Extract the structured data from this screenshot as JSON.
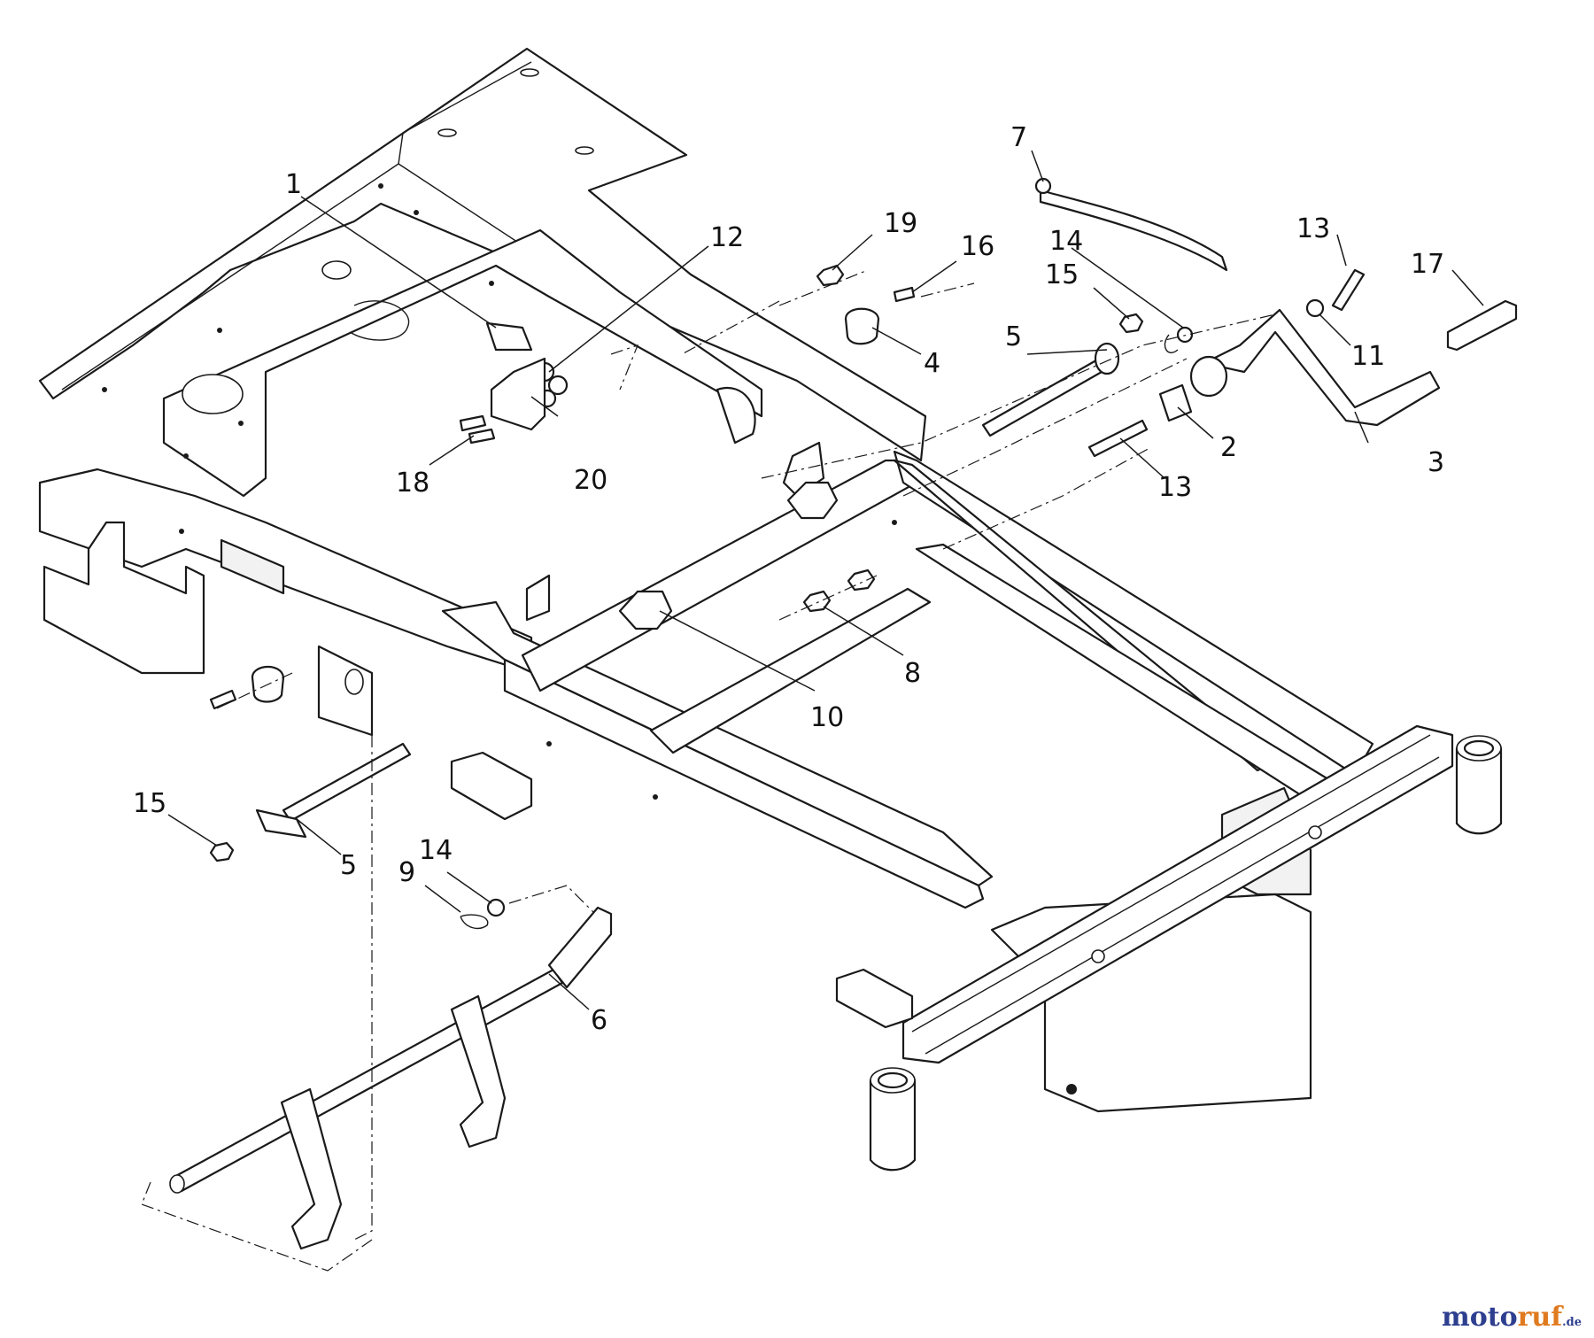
{
  "diagram": {
    "callouts": [
      {
        "id": "c1",
        "text": "1"
      },
      {
        "id": "c2",
        "text": "2"
      },
      {
        "id": "c3",
        "text": "3"
      },
      {
        "id": "c4",
        "text": "4"
      },
      {
        "id": "c5a",
        "text": "5"
      },
      {
        "id": "c5b",
        "text": "5"
      },
      {
        "id": "c6",
        "text": "6"
      },
      {
        "id": "c7",
        "text": "7"
      },
      {
        "id": "c8",
        "text": "8"
      },
      {
        "id": "c9",
        "text": "9"
      },
      {
        "id": "c10",
        "text": "10"
      },
      {
        "id": "c11",
        "text": "11"
      },
      {
        "id": "c12",
        "text": "12"
      },
      {
        "id": "c13a",
        "text": "13"
      },
      {
        "id": "c13b",
        "text": "13"
      },
      {
        "id": "c14a",
        "text": "14"
      },
      {
        "id": "c14b",
        "text": "14"
      },
      {
        "id": "c15a",
        "text": "15"
      },
      {
        "id": "c15b",
        "text": "15"
      },
      {
        "id": "c16",
        "text": "16"
      },
      {
        "id": "c17",
        "text": "17"
      },
      {
        "id": "c18",
        "text": "18"
      },
      {
        "id": "c19",
        "text": "19"
      },
      {
        "id": "c20",
        "text": "20"
      }
    ]
  },
  "watermark": {
    "part1": "moto",
    "part2": "ruf",
    "part3": ".de"
  }
}
